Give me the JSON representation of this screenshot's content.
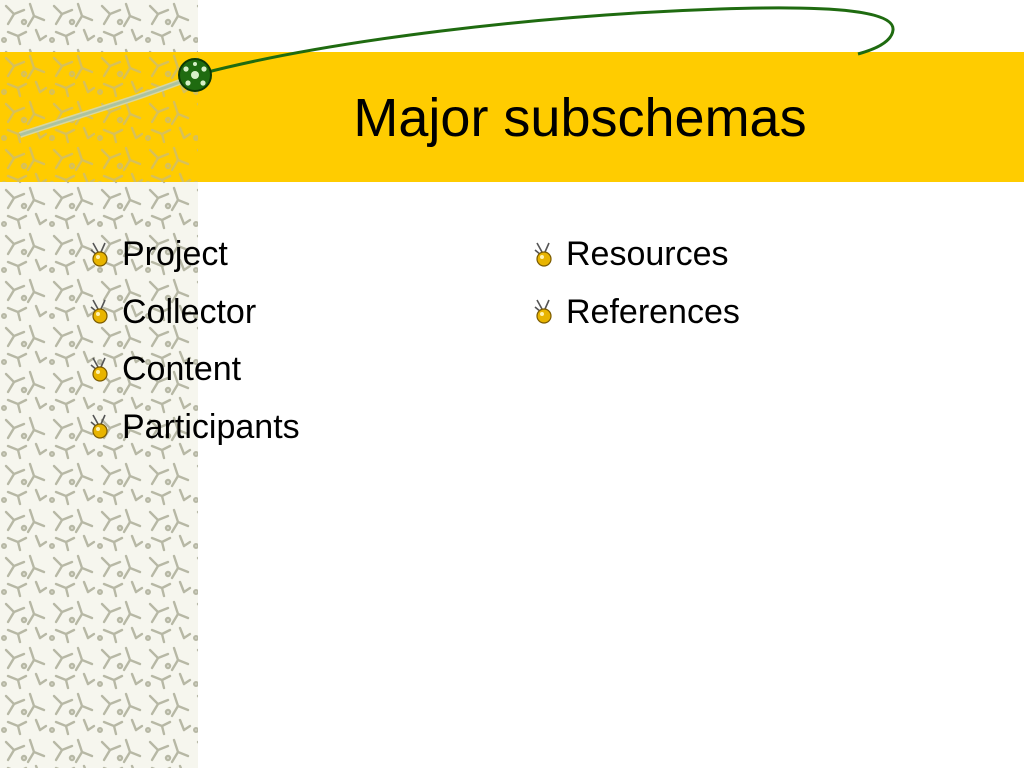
{
  "slide": {
    "title": "Major subschemas",
    "left_items": [
      {
        "label": "Project"
      },
      {
        "label": "Collector"
      },
      {
        "label": "Content"
      },
      {
        "label": "Participants"
      }
    ],
    "right_items": [
      {
        "label": "Resources"
      },
      {
        "label": "References"
      }
    ]
  },
  "colors": {
    "title_band": "#ffcc00",
    "swoosh": "#1f6b10",
    "pattern": "#b7b8a5",
    "bullet": "#e8b400"
  },
  "icons": {
    "bullet": "bug-bullet-icon",
    "swoosh_head": "molecule-orb-icon"
  }
}
